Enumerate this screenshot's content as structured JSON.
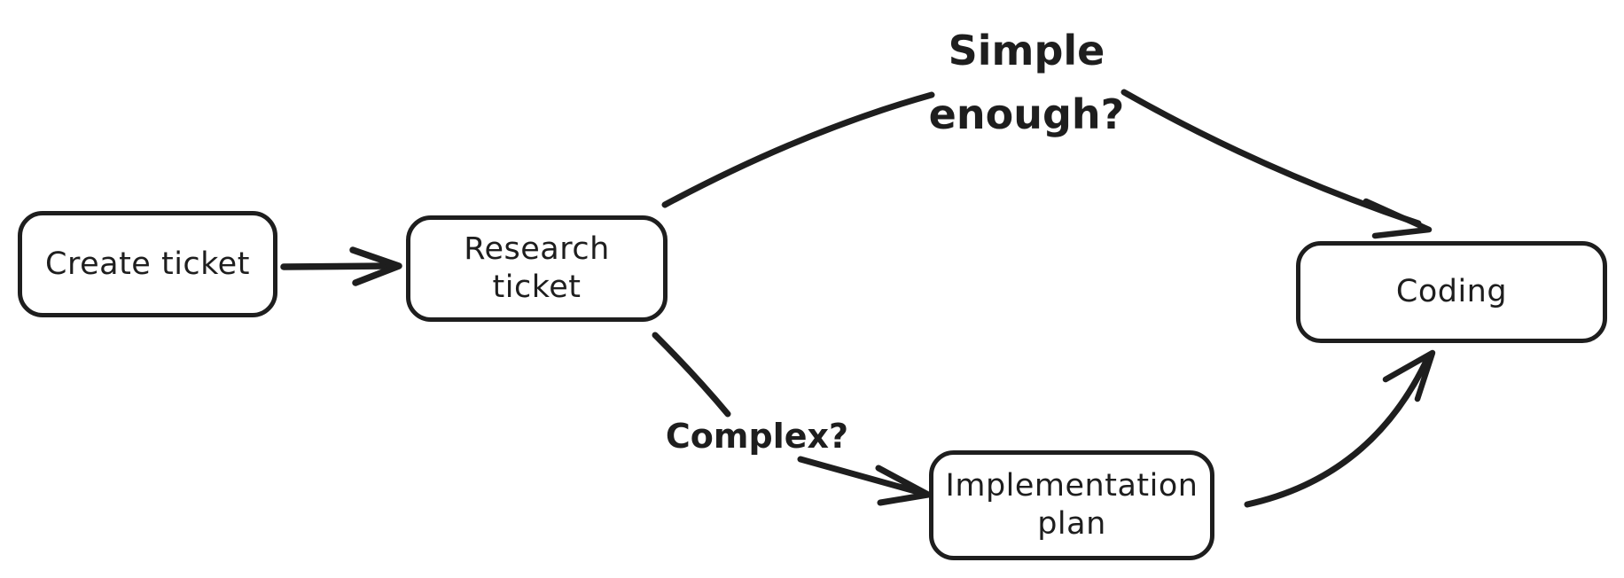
{
  "diagram": {
    "background_color": "#ffffff",
    "stroke_color": "#1e1e1e",
    "nodes": {
      "create_ticket": {
        "label": "Create ticket"
      },
      "research_ticket": {
        "label": "Research ticket",
        "line1": "Research",
        "line2": "ticket"
      },
      "coding": {
        "label": "Coding"
      },
      "implementation_plan": {
        "label": "Implementation plan",
        "line1": "Implementation",
        "line2": "plan"
      }
    },
    "edge_labels": {
      "simple_enough": {
        "label": "Simple enough?",
        "line1": "Simple",
        "line2": "enough?"
      },
      "complex": {
        "label": "Complex?"
      }
    },
    "edges": [
      {
        "from": "create_ticket",
        "to": "research_ticket",
        "label": ""
      },
      {
        "from": "research_ticket",
        "to": "coding",
        "label": "Simple enough?"
      },
      {
        "from": "research_ticket",
        "to": "implementation_plan",
        "label": "Complex?"
      },
      {
        "from": "implementation_plan",
        "to": "coding",
        "label": ""
      }
    ]
  }
}
